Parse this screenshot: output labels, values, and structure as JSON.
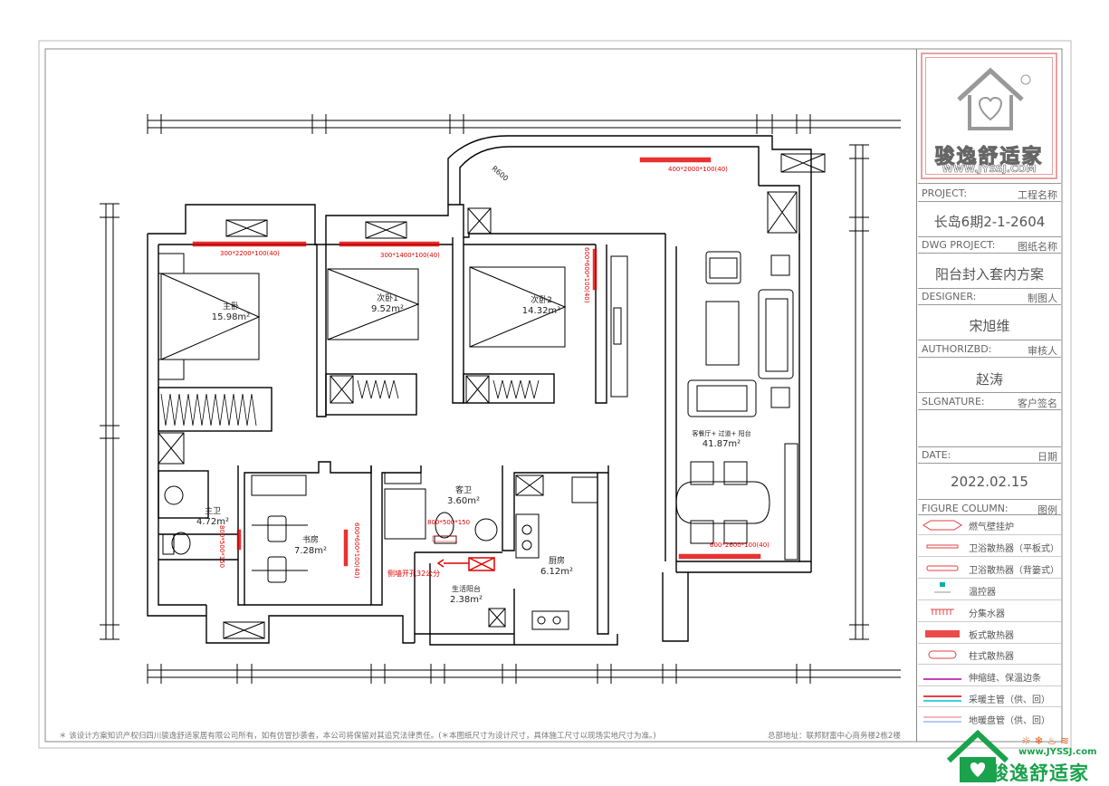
{
  "title_block": {
    "brand_name": "骏逸舒适家",
    "brand_url": "WWW.JYSSJ.COM",
    "project_label": "PROJECT:",
    "project_label_cn": "工程名称",
    "project_value": "长岛6期2-1-2604",
    "dwg_label": "DWG PROJECT:",
    "dwg_label_cn": "图纸名称",
    "dwg_value": "阳台封入套内方案",
    "designer_label": "DESIGNER:",
    "designer_label_cn": "制图人",
    "designer_value": "宋旭维",
    "author_label": "AUTHORIZBD:",
    "author_label_cn": "审核人",
    "author_value": "赵涛",
    "signature_label": "SLGNATURE:",
    "signature_label_cn": "客户签名",
    "date_label": "DATE:",
    "date_label_cn": "日期",
    "date_value": "2022.02.15",
    "figure_label": "FIGURE COLUMN:",
    "figure_label_cn": "图例"
  },
  "legend": [
    {
      "label": "燃气壁挂炉",
      "icon": "boiler-icon",
      "color": "#e04040"
    },
    {
      "label": "卫浴散热器（平板式）",
      "icon": "bath-radiator-flat-icon",
      "color": "#e04040"
    },
    {
      "label": "卫浴散热器（背篓式）",
      "icon": "bath-radiator-basket-icon",
      "color": "#e04040"
    },
    {
      "label": "温控器",
      "icon": "thermostat-icon",
      "color": "#00b0b0"
    },
    {
      "label": "分集水器",
      "icon": "manifold-icon",
      "color": "#e04040"
    },
    {
      "label": "板式散热器",
      "icon": "panel-radiator-icon",
      "color": "#e00000"
    },
    {
      "label": "柱式散热器",
      "icon": "column-radiator-icon",
      "color": "#e04040"
    },
    {
      "label": "伸缩缝、保温边条",
      "icon": "expansion-joint-line",
      "color": "#b000b0"
    },
    {
      "label": "采暖主管（供、回）",
      "icon": "heating-main-pipe-line",
      "color": "#e00000"
    },
    {
      "label": "地暖盘管（供、回）",
      "icon": "floor-heating-coil-line",
      "color": "#7090e0"
    }
  ],
  "rooms": [
    {
      "name": "主卧",
      "area": "15.98m²"
    },
    {
      "name": "次卧1",
      "area": "9.52m²"
    },
    {
      "name": "次卧2",
      "area": "14.32m²"
    },
    {
      "name": "客餐厅+ 过道+ 阳台",
      "area": "41.87m²"
    },
    {
      "name": "主卫",
      "area": "4.72m²"
    },
    {
      "name": "书房",
      "area": "7.28m²"
    },
    {
      "name": "客卫",
      "area": "3.60m²"
    },
    {
      "name": "厨房",
      "area": "6.12m²"
    },
    {
      "name": "生活阳台",
      "area": "2.38m²"
    }
  ],
  "radiators": {
    "master_bed": "300*2200*100(40)",
    "bed1": "300*1400*100(40)",
    "balcony_top": "400*2000*100(40)",
    "living_side": "600*600*100(40)",
    "study": "600*600*100(40)",
    "master_bath": "800*500*150",
    "guest_bath": "800*500*150",
    "living_bottom": "600*2600*100(40)"
  },
  "annotations": {
    "radius": "R600",
    "wall_hole": "侧墙开孔32公分"
  },
  "footer": {
    "notice": "＊ 该设计方案知识产权归四川骏逸舒适家居有限公司所有，如有仿冒抄袭者，本公司将保留对其追究法律责任。(＊本图纸尺寸为设计尺寸，具体施工尺寸以现场实地尺寸为准。)",
    "address": "总部地址：联邦财富中心商务楼2栋2楼"
  },
  "watermark": {
    "name": "骏逸舒适家",
    "url": "www.JYSSJ.com"
  }
}
